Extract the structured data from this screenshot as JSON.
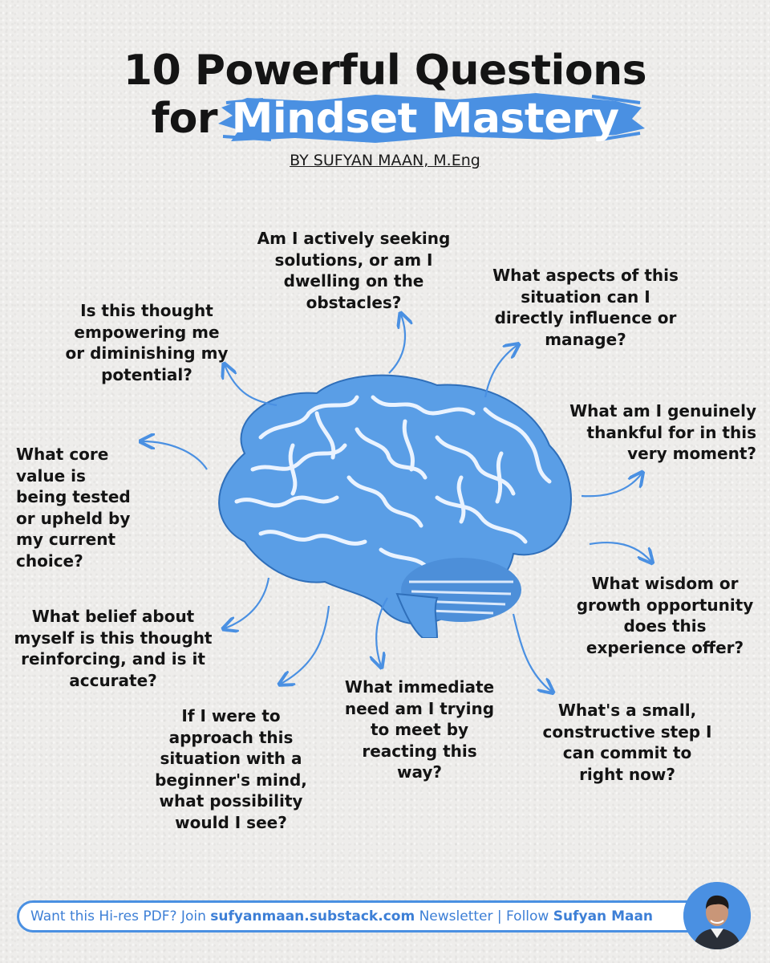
{
  "title": {
    "line1": "10 Powerful Questions",
    "line2_for": "for",
    "line2_highlight": "Mindset Mastery"
  },
  "byline": "BY SUFYAN MAAN, M.Eng",
  "colors": {
    "accent": "#4a90e2",
    "text": "#141414",
    "background": "#eeedeb"
  },
  "questions": [
    "Am I actively seeking solutions, or am I dwelling on the obstacles?",
    "What aspects of this situation can I directly influence or manage?",
    "Is this thought empowering me or diminishing my potential?",
    "What am I genuinely thankful for in this very moment?",
    "What core value is being tested or upheld by my current choice?",
    "What wisdom or growth opportunity does this experience offer?",
    "What belief about myself is this thought reinforcing, and is it accurate?",
    "What immediate need am I trying to meet by reacting this way?",
    "If I were to approach this situation with a beginner's mind, what possibility would I see?",
    "What's a small, constructive step I can commit to right now?"
  ],
  "footer": {
    "part1": "Want this Hi-res PDF? Join ",
    "link": "sufyanmaan.substack.com",
    "part2": " Newsletter | Follow ",
    "name": "Sufyan Maan"
  },
  "icons": {
    "avatar": "author-avatar",
    "brain": "brain-illustration"
  }
}
